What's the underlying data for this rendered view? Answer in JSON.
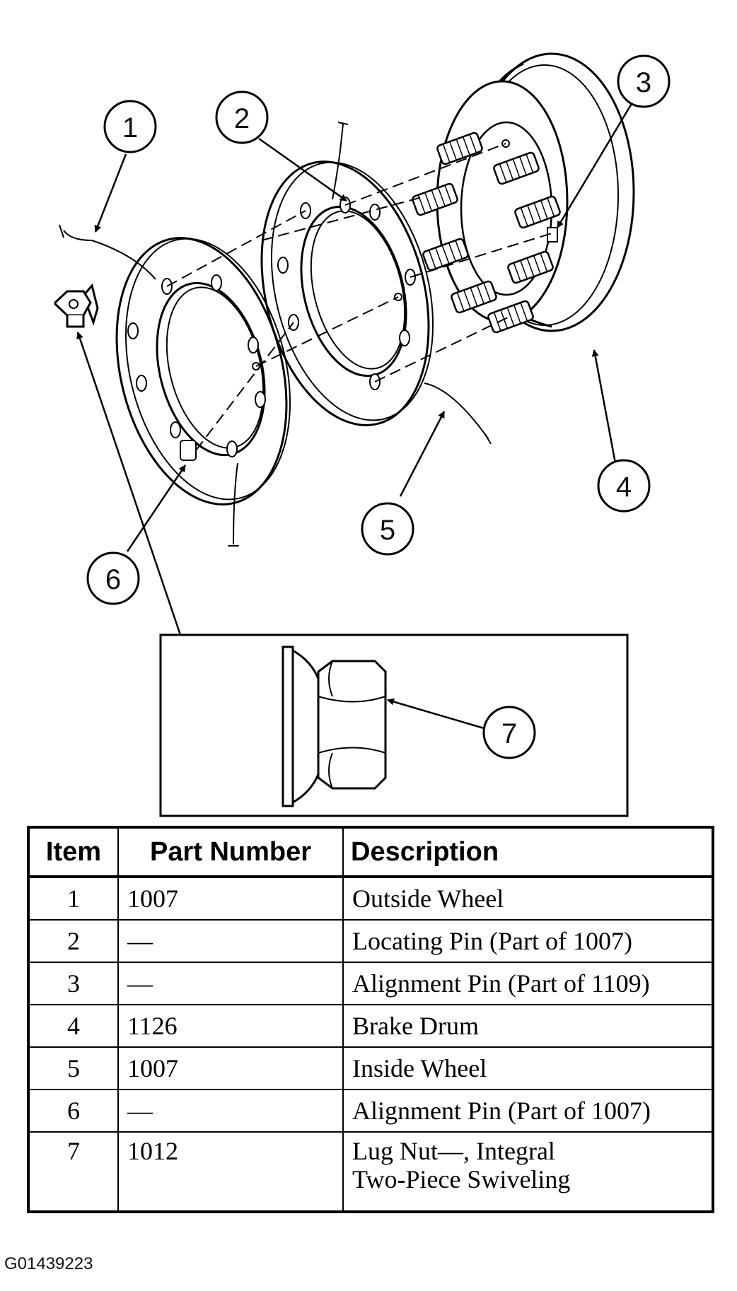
{
  "callouts": [
    "1",
    "2",
    "3",
    "4",
    "5",
    "6",
    "7"
  ],
  "table": {
    "headers": [
      "Item",
      "Part Number",
      "Description"
    ],
    "rows": [
      {
        "item": "1",
        "part": "1007",
        "desc": "Outside Wheel"
      },
      {
        "item": "2",
        "part": "—",
        "desc": "Locating Pin (Part of 1007)"
      },
      {
        "item": "3",
        "part": "—",
        "desc": "Alignment Pin (Part of 1109)"
      },
      {
        "item": "4",
        "part": "1126",
        "desc": "Brake Drum"
      },
      {
        "item": "5",
        "part": "1007",
        "desc": "Inside Wheel"
      },
      {
        "item": "6",
        "part": "—",
        "desc": "Alignment Pin (Part of 1007)"
      },
      {
        "item": "7",
        "part": "1012",
        "desc": "Lug Nut—, Integral\nTwo-Piece Swiveling"
      }
    ]
  },
  "figure_code": "G01439223"
}
